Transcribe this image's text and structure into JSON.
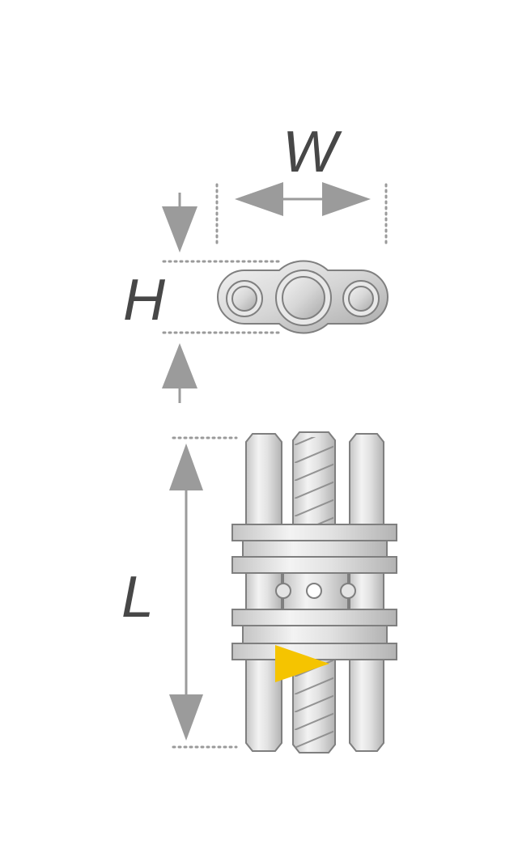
{
  "labels": {
    "width": "W",
    "height": "H",
    "length": "L"
  },
  "colors": {
    "arrow": "#9b9b9b",
    "label": "#474747",
    "metal": "#d9d9d9",
    "marker": "#f5c400"
  }
}
